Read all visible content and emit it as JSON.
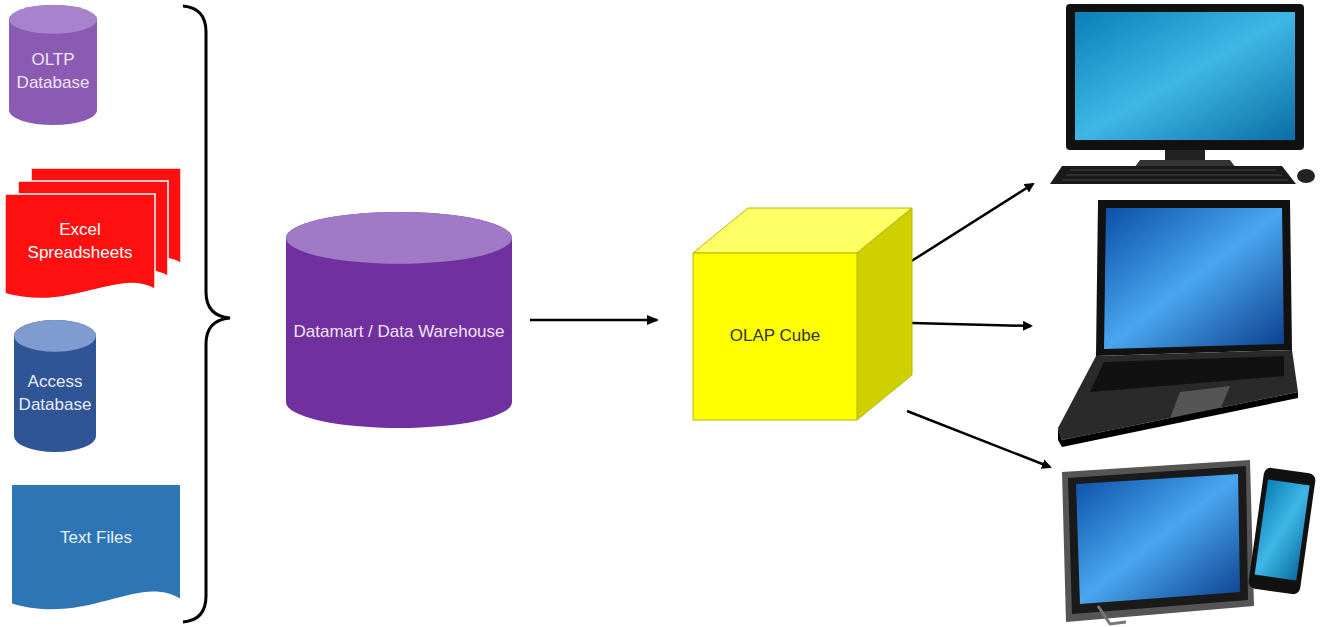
{
  "diagram": {
    "nodes": [
      {
        "text": [
          "OLTP Database"
        ]
      },
      {
        "text": [
          "Excel Spreadsheets"
        ]
      },
      {
        "text": [
          "Access Database"
        ]
      },
      {
        "text": [
          "Text Files"
        ]
      },
      {
        "text": [
          "Datamart / Data Warehouse"
        ]
      },
      {
        "text": [
          "OLAP Cube"
        ]
      }
    ],
    "edges": [
      {
        "from": 4,
        "to": 5,
        "arrow": "to"
      }
    ]
  }
}
